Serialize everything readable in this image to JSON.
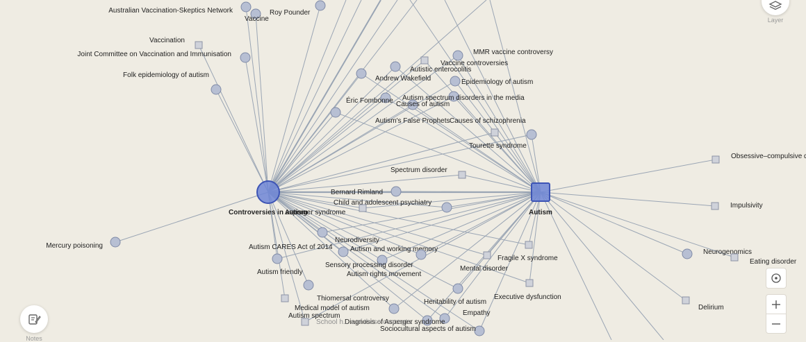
{
  "graph": {
    "hubs": [
      {
        "id": "c",
        "label": "Controversies in autism",
        "shape": "circle"
      },
      {
        "id": "a",
        "label": "Autism",
        "shape": "square"
      }
    ],
    "nodes": [
      {
        "label": "Australian Vaccination-Skeptics Network",
        "shape": "circle",
        "links": [
          "c"
        ]
      },
      {
        "label": "Vaccine",
        "shape": "circle",
        "links": [
          "c"
        ]
      },
      {
        "label": "Roy Pounder",
        "shape": "circle",
        "links": [
          "c"
        ]
      },
      {
        "label": "Vaccination",
        "shape": "square",
        "links": [
          "c"
        ]
      },
      {
        "label": "Joint Committee on Vaccination and Immunisation",
        "shape": "circle",
        "links": [
          "c"
        ]
      },
      {
        "label": "Folk epidemiology of autism",
        "shape": "circle",
        "links": [
          "c"
        ]
      },
      {
        "label": "MMR vaccine controversy",
        "shape": "circle",
        "links": [
          "c",
          "a"
        ]
      },
      {
        "label": "Vaccine controversies",
        "shape": "square",
        "links": [
          "c",
          "a"
        ]
      },
      {
        "label": "Autistic enterocolitis",
        "shape": "circle",
        "links": [
          "c",
          "a"
        ]
      },
      {
        "label": "Andrew Wakefield",
        "shape": "circle",
        "links": [
          "c",
          "a"
        ]
      },
      {
        "label": "Epidemiology of autism",
        "shape": "circle",
        "links": [
          "c",
          "a"
        ]
      },
      {
        "label": "Autism spectrum disorders in the media",
        "shape": "circle",
        "links": [
          "c",
          "a"
        ]
      },
      {
        "label": "Éric Fombonne",
        "shape": "circle",
        "links": [
          "c",
          "a"
        ]
      },
      {
        "label": "Causes of autism",
        "shape": "circle",
        "links": [
          "c",
          "a"
        ]
      },
      {
        "label": "Autism's False Prophets",
        "shape": "circle",
        "links": [
          "c",
          "a"
        ]
      },
      {
        "label": "Causes of schizophrenia",
        "shape": "square",
        "links": [
          "c",
          "a"
        ]
      },
      {
        "label": "Tourette syndrome",
        "shape": "circle",
        "links": [
          "c",
          "a"
        ]
      },
      {
        "label": "Obsessive–compulsive d",
        "shape": "square",
        "links": [
          "a"
        ]
      },
      {
        "label": "Spectrum disorder",
        "shape": "square",
        "links": [
          "c",
          "a"
        ]
      },
      {
        "label": "Bernard Rimland",
        "shape": "circle",
        "links": [
          "c",
          "a"
        ]
      },
      {
        "label": "Child and adolescent psychiatry",
        "shape": "circle",
        "links": [
          "c",
          "a"
        ]
      },
      {
        "label": "Impulsivity",
        "shape": "square",
        "links": [
          "a"
        ]
      },
      {
        "label": "Asperger syndrome",
        "shape": "square",
        "links": [
          "c",
          "a"
        ]
      },
      {
        "label": "Mercury poisoning",
        "shape": "circle",
        "links": [
          "c"
        ]
      },
      {
        "label": "Neurodiversity",
        "shape": "circle",
        "links": [
          "c",
          "a"
        ]
      },
      {
        "label": "Autism CARES Act of 2014",
        "shape": "circle",
        "links": [
          "c",
          "a"
        ]
      },
      {
        "label": "Autism and working memory",
        "shape": "circle",
        "links": [
          "c",
          "a"
        ]
      },
      {
        "label": "Neurogenomics",
        "shape": "circle",
        "links": [
          "a"
        ]
      },
      {
        "label": "Eating disorder",
        "shape": "square",
        "links": [
          "a"
        ]
      },
      {
        "label": "Fragile X syndrome",
        "shape": "square",
        "links": [
          "c",
          "a"
        ]
      },
      {
        "label": "Sensory processing disorder",
        "shape": "circle",
        "links": [
          "c",
          "a"
        ]
      },
      {
        "label": "Mental disorder",
        "shape": "square",
        "links": [
          "c",
          "a"
        ]
      },
      {
        "label": "Autism friendly",
        "shape": "circle",
        "links": [
          "c"
        ]
      },
      {
        "label": "Autism rights movement",
        "shape": "circle",
        "links": [
          "c",
          "a"
        ]
      },
      {
        "label": "Thiomersal controversy",
        "shape": "square",
        "links": [
          "c"
        ]
      },
      {
        "label": "Executive dysfunction",
        "shape": "square",
        "links": [
          "c",
          "a"
        ]
      },
      {
        "label": "Heritability of autism",
        "shape": "circle",
        "links": [
          "c",
          "a"
        ]
      },
      {
        "label": "Delirium",
        "shape": "square",
        "links": [
          "a"
        ]
      },
      {
        "label": "Medical model of autism",
        "shape": "circle",
        "links": [
          "c",
          "a"
        ]
      },
      {
        "label": "Empathy",
        "shape": "circle",
        "links": [
          "c",
          "a"
        ]
      },
      {
        "label": "Autism spectrum",
        "shape": "square",
        "links": [
          "c",
          "a"
        ]
      },
      {
        "label": "Diagnosis of Asperger syndrome",
        "shape": "circle",
        "links": [
          "c",
          "a"
        ]
      },
      {
        "label": "Sociocultural aspects of autism",
        "shape": "circle",
        "links": [
          "c",
          "a"
        ]
      }
    ],
    "hint_text": "School h... s of these concepts.",
    "colors": {
      "edge": "#9aa5b4",
      "node_fill": "#b7bfd3",
      "node_stroke": "#7f8aa6",
      "hub_fill": "#6f86d6",
      "hub_stroke": "#3d54b5",
      "background": "#efece3"
    }
  },
  "controls": {
    "layer_label": "Layer",
    "layer_icon": "layers-icon",
    "notes_label": "Notes",
    "notes_icon": "notes-icon",
    "locate_icon": "target-icon",
    "zoom_in_icon": "plus-icon",
    "zoom_out_icon": "minus-icon"
  }
}
